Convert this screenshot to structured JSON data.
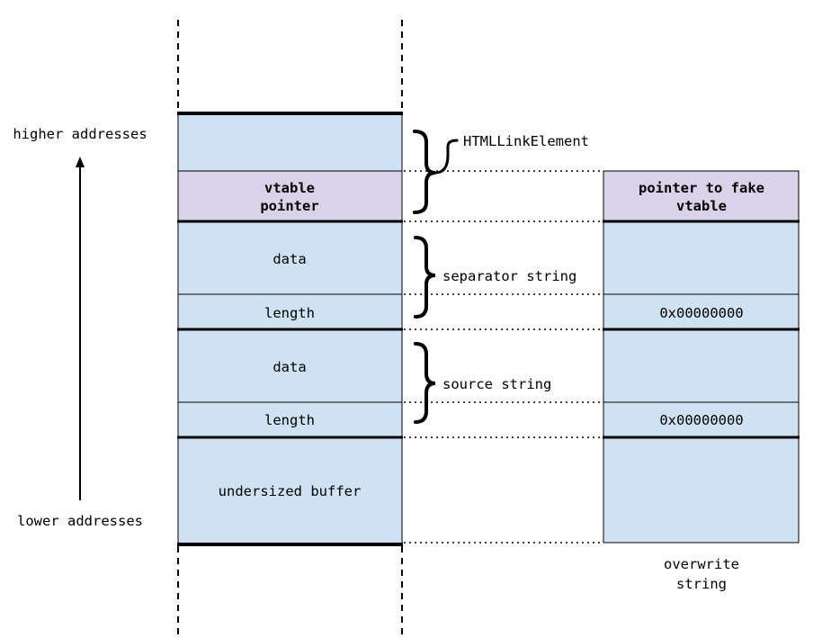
{
  "axis": {
    "higher": "higher addresses",
    "lower": "lower addresses"
  },
  "left_stack": {
    "vtable_line1": "vtable",
    "vtable_line2": "pointer",
    "sep_data": "data",
    "sep_length": "length",
    "src_data": "data",
    "src_length": "length",
    "buffer": "undersized buffer"
  },
  "braces": {
    "object": "HTMLLinkElement",
    "separator": "separator string",
    "source": "source string"
  },
  "right_stack": {
    "ptr_line1": "pointer to fake",
    "ptr_line2": "vtable",
    "sep_length": "0x00000000",
    "src_length": "0x00000000",
    "caption_line1": "overwrite",
    "caption_line2": "string"
  },
  "colors": {
    "cell_blue": "#cfe2f3",
    "cell_purple": "#d9d2e9",
    "stroke": "#000000"
  }
}
